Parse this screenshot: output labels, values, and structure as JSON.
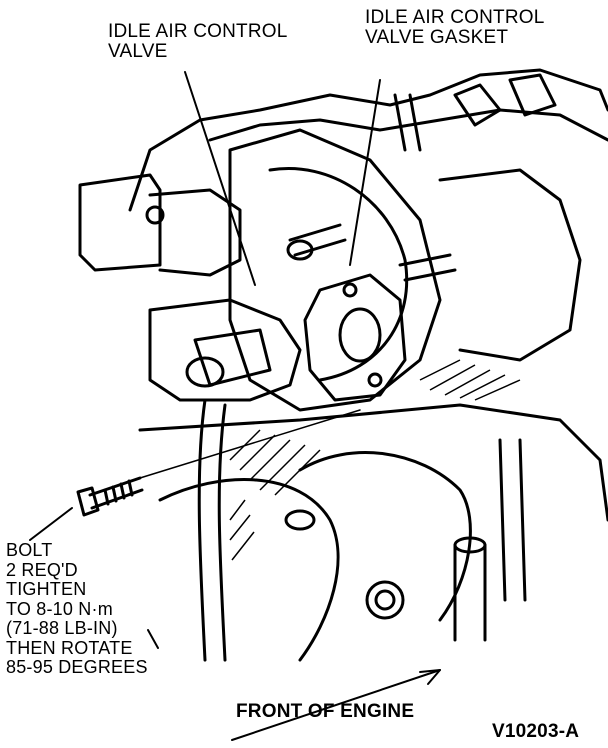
{
  "labels": {
    "idle_air_control_valve": [
      "IDLE AIR CONTROL",
      "VALVE"
    ],
    "idle_air_control_valve_gasket": [
      "IDLE AIR CONTROL",
      "VALVE GASKET"
    ],
    "bolt_note": [
      "BOLT",
      "2 REQ'D",
      "TIGHTEN",
      "TO 8-10 N·m",
      "(71-88 LB-IN)",
      "THEN ROTATE",
      "85-95 DEGREES"
    ],
    "front_of_engine": "FRONT OF ENGINE",
    "figure_code": "V10203-A"
  },
  "colors": {
    "ink": "#000000",
    "paper": "#ffffff"
  }
}
